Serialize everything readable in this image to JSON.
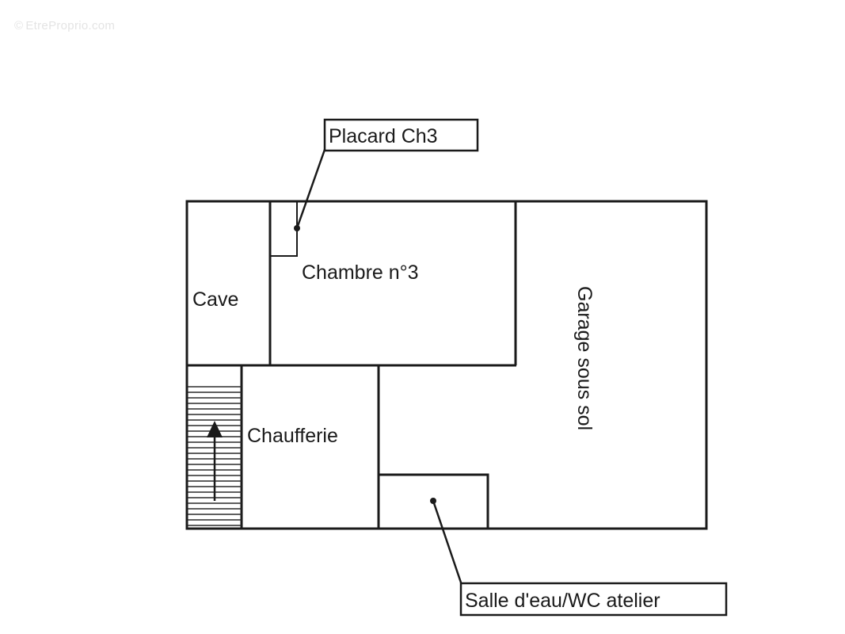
{
  "watermark": {
    "symbol": "©",
    "text": "EtreProprio.com"
  },
  "plan": {
    "rooms": [
      {
        "id": "cave",
        "label": "Cave"
      },
      {
        "id": "chambre3",
        "label": "Chambre n°3"
      },
      {
        "id": "garage",
        "label": "Garage sous sol"
      },
      {
        "id": "chaufferie",
        "label": "Chaufferie"
      },
      {
        "id": "escalier",
        "label": ""
      },
      {
        "id": "placard",
        "label": ""
      },
      {
        "id": "salle-eau",
        "label": ""
      }
    ],
    "callouts": [
      {
        "id": "placard-callout",
        "label": "Placard Ch3"
      },
      {
        "id": "salle-eau-callout",
        "label": "Salle d'eau/WC atelier"
      }
    ],
    "colors": {
      "line": "#1a1a1a",
      "background": "#ffffff",
      "watermark": "#e4e4e4"
    }
  }
}
